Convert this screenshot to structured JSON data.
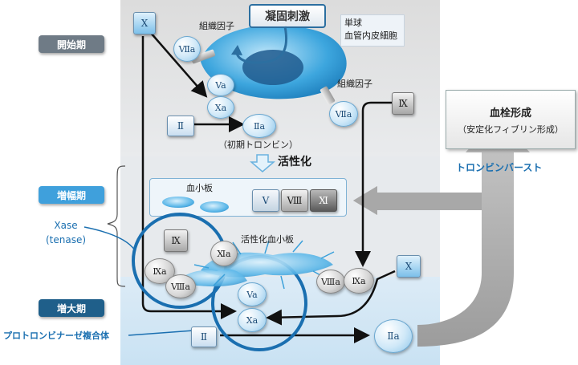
{
  "phases": {
    "initiation": "開始期",
    "amplification": "増幅期",
    "propagation": "増大期"
  },
  "stimulus": "凝固刺激",
  "cell_label": "単球\n血管内皮細胞",
  "tissue_factor": "組織因子",
  "nodes": {
    "X": "X",
    "VIIa": "Ⅶa",
    "Va": "Va",
    "Xa": "Xa",
    "II": "Ⅱ",
    "IIa": "Ⅱa",
    "IX": "Ⅸ",
    "V": "V",
    "VIII": "Ⅷ",
    "XI": "Ⅺ",
    "IXa": "Ⅸa",
    "VIIIa": "Ⅷa",
    "XIa": "Ⅺa"
  },
  "initial_thrombin": "（初期トロンビン）",
  "activation": "活性化",
  "platelet": "血小板",
  "activated_platelet": "活性化血小板",
  "xase_label": "Xase",
  "xase_sub": "(tenase)",
  "prothrombinase_label": "プロトロンビナーゼ複合体",
  "thrombus": "血栓形成",
  "thrombus_sub": "（安定化フィブリン形成）",
  "burst": "トロンビンバースト",
  "colors": {
    "accent_blue": "#1a6fb0",
    "phase_gray": "#6f7b86",
    "phase_blue": "#3fa0dc",
    "phase_navy": "#1f5f8a"
  }
}
